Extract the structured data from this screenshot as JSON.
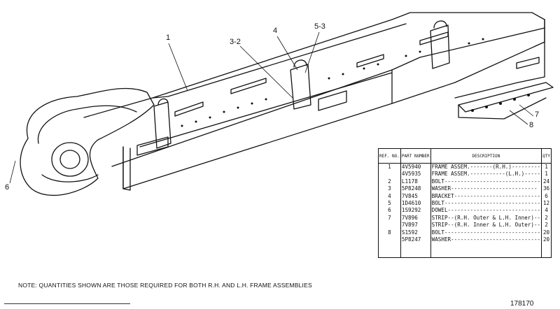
{
  "callouts": [
    "1",
    "3-2",
    "4",
    "5-3",
    "6",
    "7",
    "8"
  ],
  "parts_table": {
    "headers": [
      "REF. NO.",
      "PART NUMBER",
      "DESCRIPTION",
      "QTY"
    ],
    "rows": [
      {
        "ref": "1",
        "part": "4V5940",
        "desc": "FRAME ASSEM.-------(R.H.)---------",
        "qty": "1"
      },
      {
        "ref": "",
        "part": "4V5935",
        "desc": "FRAME ASSEM.-----------(L.H.)-----",
        "qty": "1"
      },
      {
        "ref": "2",
        "part": "L1178",
        "desc": "BOLT------------------------------",
        "qty": "24"
      },
      {
        "ref": "3",
        "part": "5P8248",
        "desc": "WASHER---------------------------",
        "qty": "36"
      },
      {
        "ref": "4",
        "part": "7V845",
        "desc": "BRACKET---------------------------",
        "qty": "6"
      },
      {
        "ref": "5",
        "part": "1D4610",
        "desc": "BOLT------------------------------",
        "qty": "12"
      },
      {
        "ref": "6",
        "part": "1S9292",
        "desc": "DOWEL-----------------------------",
        "qty": "4"
      },
      {
        "ref": "7",
        "part": "7V896",
        "desc": "STRIP--(R.H. Outer & L.H. Inner)--",
        "qty": "2"
      },
      {
        "ref": "",
        "part": "7V897",
        "desc": "STRIP--(R.H. Inner & L.H. Outer)--",
        "qty": "2"
      },
      {
        "ref": "8",
        "part": "S1592",
        "desc": "BOLT------------------------------",
        "qty": "20"
      },
      {
        "ref": "",
        "part": "5P8247",
        "desc": "WASHER----------------------------",
        "qty": "20"
      }
    ]
  },
  "note": "NOTE: QUANTITIES SHOWN ARE THOSE REQUIRED FOR BOTH R.H. AND L.H. FRAME ASSEMBLIES",
  "drawing_number": "178170"
}
